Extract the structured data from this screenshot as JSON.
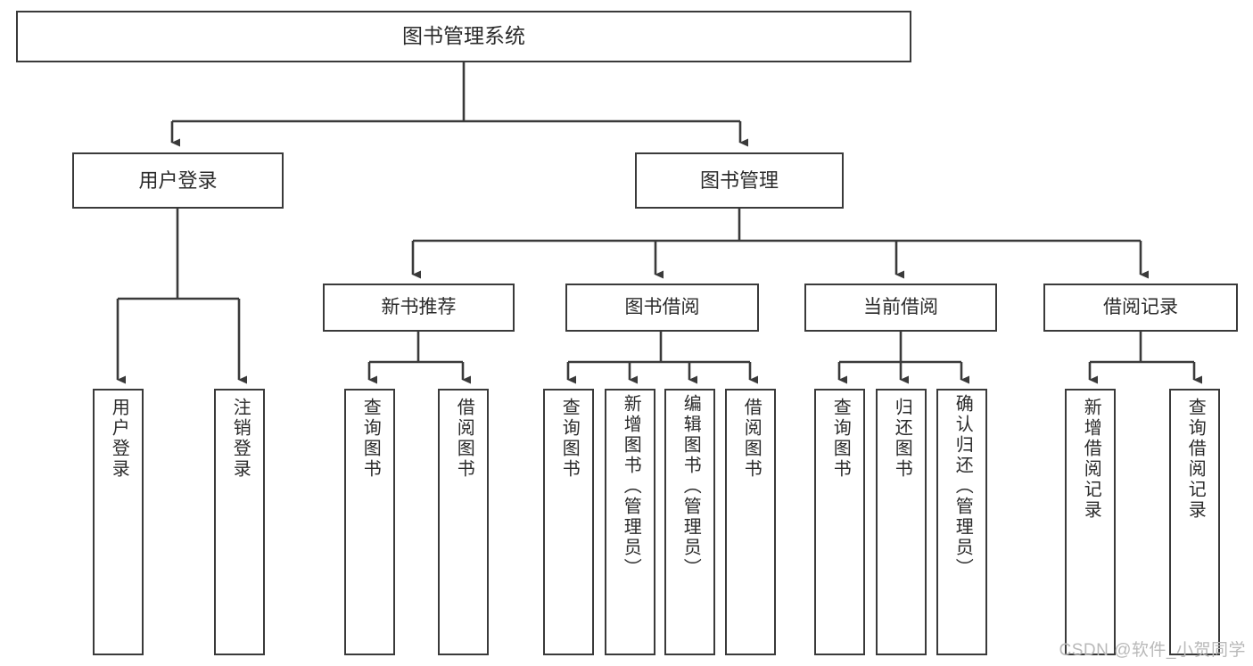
{
  "diagram": {
    "title": "图书管理系统",
    "type": "tree",
    "watermark": "CSDN @软件_小贺同学",
    "colors": {
      "box_border": "#3a3a3a",
      "box_fill": "#ffffff",
      "edge": "#3a3a3a",
      "text": "#2b2b2b",
      "watermark": "#b9b9b9",
      "background": "#ffffff"
    },
    "root": {
      "label": "图书管理系统"
    },
    "level1": [
      {
        "id": "user-login",
        "label": "用户登录"
      },
      {
        "id": "book-manage",
        "label": "图书管理"
      }
    ],
    "level2": [
      {
        "id": "new-book-recommend",
        "label": "新书推荐",
        "parent": "book-manage"
      },
      {
        "id": "book-borrow",
        "label": "图书借阅",
        "parent": "book-manage"
      },
      {
        "id": "current-borrow",
        "label": "当前借阅",
        "parent": "book-manage"
      },
      {
        "id": "borrow-record",
        "label": "借阅记录",
        "parent": "book-manage"
      }
    ],
    "leaves": [
      {
        "id": "leaf-user-login",
        "label": "用户登录",
        "parent": "user-login"
      },
      {
        "id": "leaf-logout",
        "label": "注销登录",
        "parent": "user-login"
      },
      {
        "id": "leaf-query-book-1",
        "label": "查询图书",
        "parent": "new-book-recommend"
      },
      {
        "id": "leaf-borrow-book-1",
        "label": "借阅图书",
        "parent": "new-book-recommend"
      },
      {
        "id": "leaf-query-book-2",
        "label": "查询图书",
        "parent": "book-borrow"
      },
      {
        "id": "leaf-add-book",
        "label": "新增图书（管理员）",
        "parent": "book-borrow"
      },
      {
        "id": "leaf-edit-book",
        "label": "编辑图书（管理员）",
        "parent": "book-borrow"
      },
      {
        "id": "leaf-borrow-book-2",
        "label": "借阅图书",
        "parent": "book-borrow"
      },
      {
        "id": "leaf-query-book-3",
        "label": "查询图书",
        "parent": "current-borrow"
      },
      {
        "id": "leaf-return-book",
        "label": "归还图书",
        "parent": "current-borrow"
      },
      {
        "id": "leaf-confirm-return",
        "label": "确认归还（管理员）",
        "parent": "current-borrow"
      },
      {
        "id": "leaf-add-record",
        "label": "新增借阅记录",
        "parent": "borrow-record"
      },
      {
        "id": "leaf-query-record",
        "label": "查询借阅记录",
        "parent": "borrow-record"
      }
    ]
  }
}
